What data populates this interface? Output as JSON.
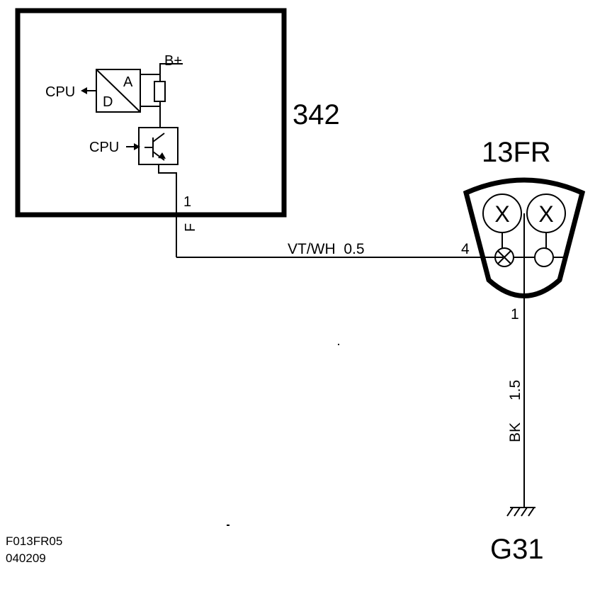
{
  "module": {
    "id": "342",
    "supply_label": "B+",
    "cpu_out_label": "CPU",
    "cpu_in_label": "CPU",
    "converter_a": "A",
    "converter_d": "D",
    "pin": "1",
    "pin_func": "F"
  },
  "wire_signal": {
    "spec": "VT/WH  0.5"
  },
  "lamp": {
    "id": "13FR",
    "pin_in": "4",
    "pin_out": "1",
    "bulb_symbol": "X"
  },
  "wire_ground": {
    "color": "BK",
    "size": "1.5"
  },
  "ground": {
    "id": "G31"
  },
  "footer": {
    "doc_code": "F013FR05",
    "date_code": "040209"
  }
}
